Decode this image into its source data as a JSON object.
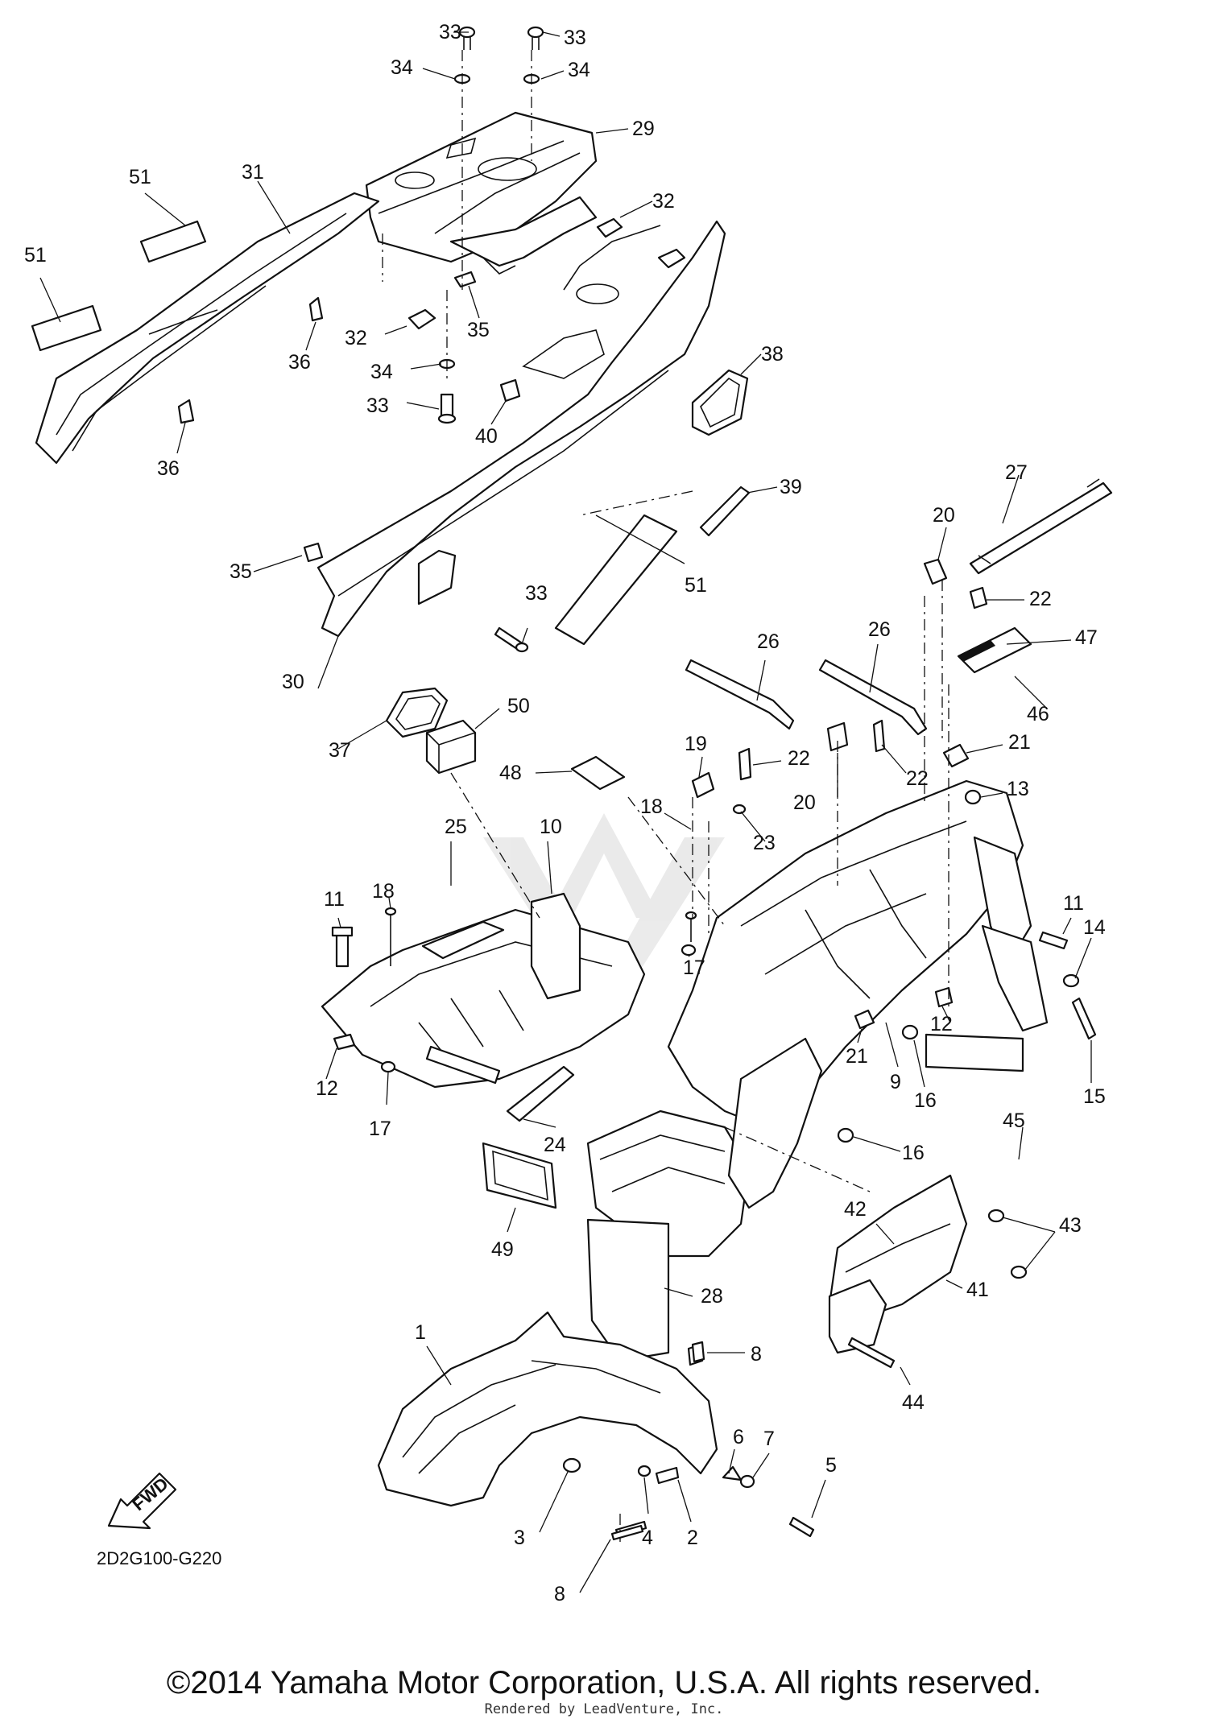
{
  "diagram": {
    "ref_code": "2D2G100-G220",
    "fwd_label": "FWD",
    "callouts": [
      "33",
      "33",
      "34",
      "34",
      "29",
      "51",
      "31",
      "51",
      "32",
      "32",
      "35",
      "36",
      "34",
      "33",
      "40",
      "38",
      "36",
      "39",
      "27",
      "20",
      "22",
      "35",
      "51",
      "33",
      "47",
      "46",
      "30",
      "37",
      "50",
      "26",
      "26",
      "19",
      "22",
      "22",
      "21",
      "48",
      "20",
      "13",
      "23",
      "25",
      "10",
      "18",
      "11",
      "18",
      "11",
      "14",
      "17",
      "12",
      "9",
      "16",
      "12",
      "21",
      "15",
      "17",
      "45",
      "24",
      "16",
      "43",
      "42",
      "49",
      "28",
      "41",
      "1",
      "8",
      "6",
      "7",
      "5",
      "44",
      "3",
      "4",
      "2",
      "8"
    ]
  },
  "footer": {
    "copyright": "©2014 Yamaha Motor Corporation, U.S.A. All rights reserved.",
    "rendered_by": "Rendered by LeadVenture, Inc."
  },
  "colors": {
    "ink": "#111111",
    "background": "#ffffff"
  }
}
